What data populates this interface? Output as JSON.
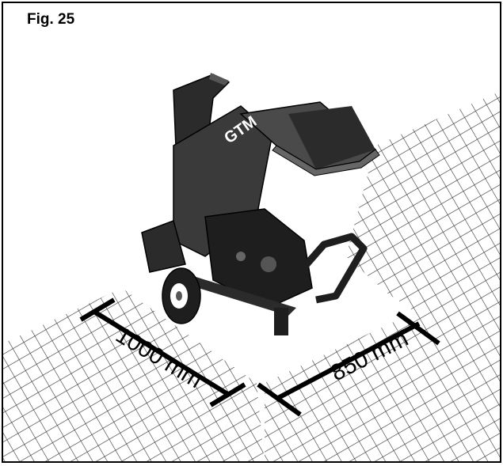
{
  "figure": {
    "label": "Fig. 25"
  },
  "machine": {
    "brand": "GTM",
    "icon": "wood-chipper-illustration"
  },
  "dimensions": {
    "left": "1000 mm",
    "right": "850 mm"
  },
  "colors": {
    "grid": "#333333",
    "machine_dark": "#2b2b2b",
    "machine_mid": "#555555",
    "outline": "#000000"
  }
}
